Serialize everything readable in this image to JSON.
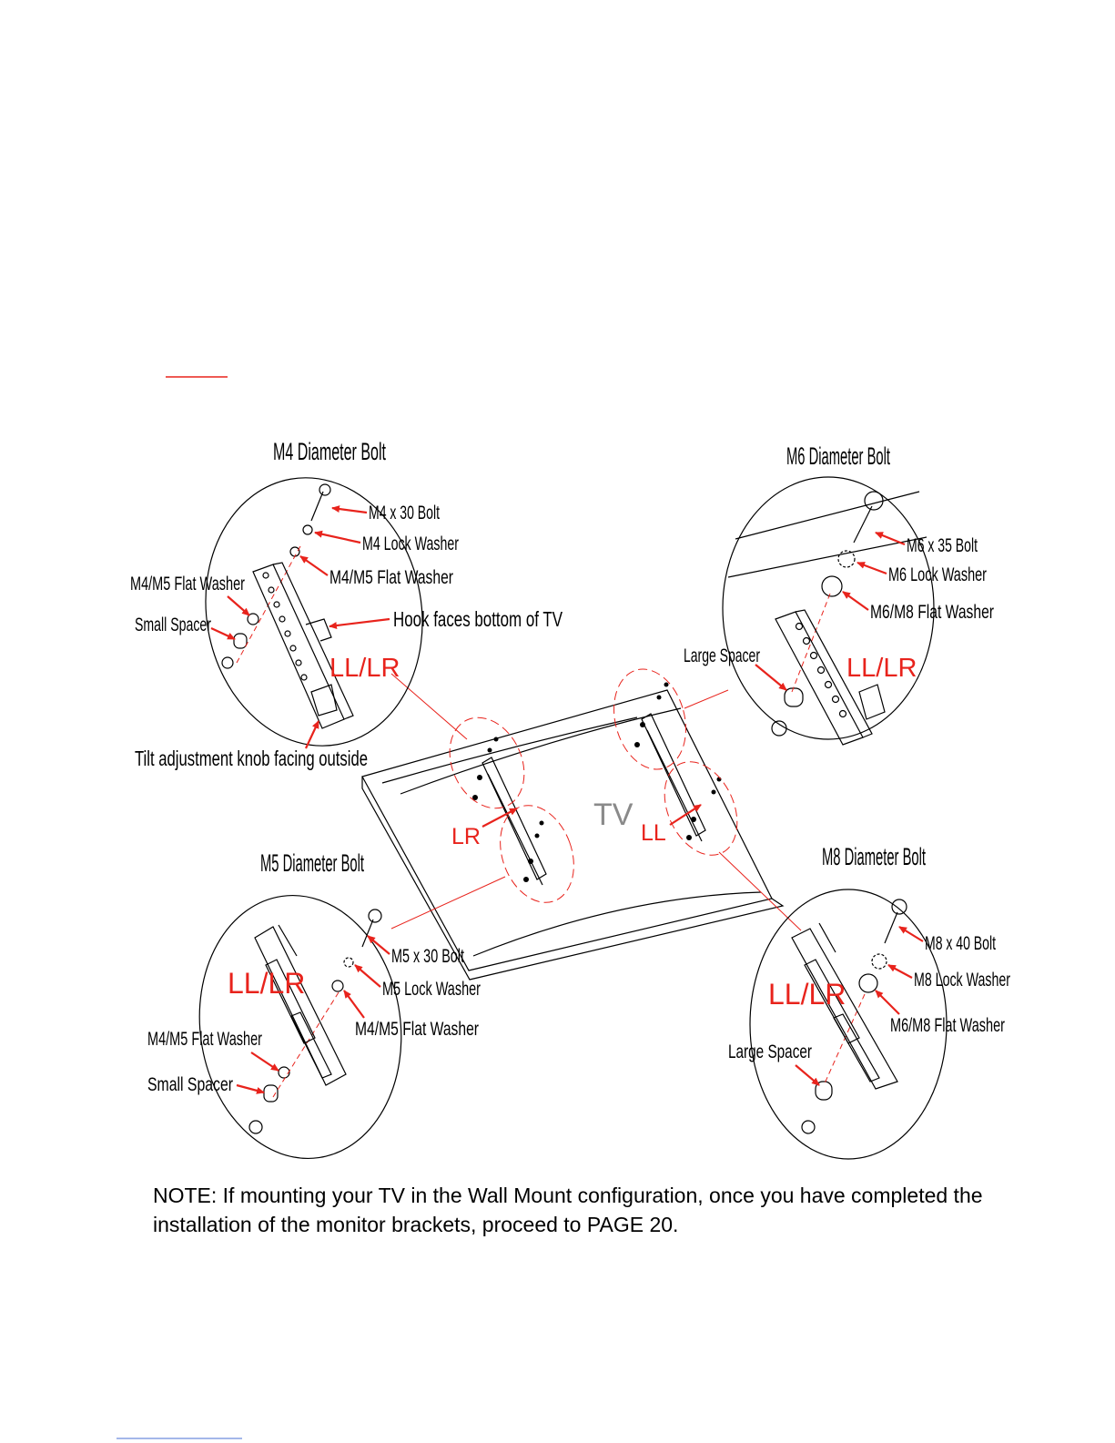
{
  "diagram": {
    "tv_label": "TV",
    "callouts": {
      "m4": {
        "title": "M4 Diameter Bolt",
        "position_code": "LL/LR",
        "labels": [
          "M4 x 30 Bolt",
          "M4 Lock Washer",
          "M4/M5 Flat Washer",
          "M4/M5 Flat Washer",
          "Small Spacer",
          "Hook faces bottom of TV",
          "Tilt adjustment knob facing outside"
        ]
      },
      "m6": {
        "title": "M6 Diameter Bolt",
        "position_code": "LL/LR",
        "labels": [
          "M6 x 35 Bolt",
          "M6 Lock Washer",
          "M6/M8 Flat Washer",
          "Large Spacer"
        ]
      },
      "m5": {
        "title": "M5 Diameter Bolt",
        "position_code": "LL/LR",
        "labels": [
          "M5 x 30 Bolt",
          "M5 Lock Washer",
          "M4/M5 Flat Washer",
          "M4/M5 Flat Washer",
          "Small Spacer"
        ]
      },
      "m8": {
        "title": "M8 Diameter Bolt",
        "position_code": "LL/LR",
        "labels": [
          "M8 x 40 Bolt",
          "M8 Lock Washer",
          "M6/M8 Flat Washer",
          "Large Spacer"
        ]
      }
    },
    "bracket_labels": {
      "left": "LR",
      "right": "LL"
    }
  },
  "note": {
    "line1": "NOTE: If mounting your TV in the Wall Mount configuration, once you have completed the",
    "line2": "installation of the monitor brackets, proceed to PAGE 20."
  },
  "colors": {
    "accent_red": "#e8231c",
    "line": "#000000",
    "tv_text": "#8a8a8a"
  }
}
